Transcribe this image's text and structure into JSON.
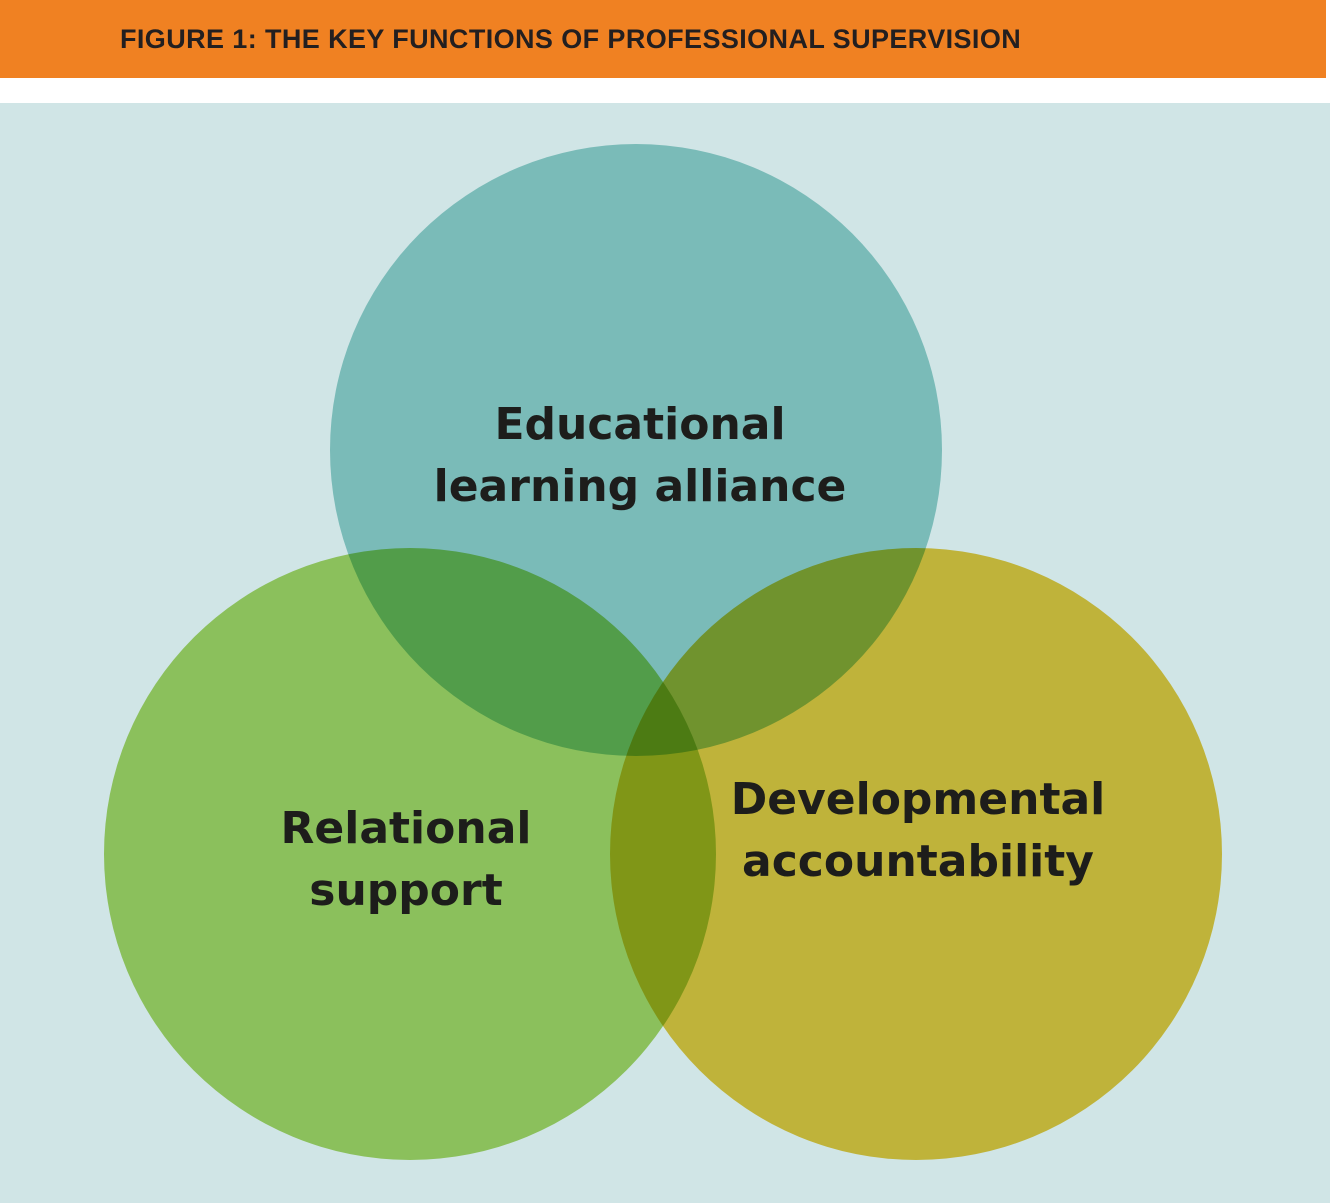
{
  "header": {
    "title": "FIGURE 1: THE KEY FUNCTIONS OF PROFESSIONAL SUPERVISION",
    "bg": "#F08122",
    "text_color": "#231F20"
  },
  "diagram": {
    "bg": "#D0E5E6",
    "label_text_color": "#1D1D1B",
    "circles": [
      {
        "id": "educational-learning-alliance",
        "label_line1": "Educational",
        "label_line2": "learning alliance",
        "color_observed": "#7ABCB8",
        "color_base": "#96D1CC"
      },
      {
        "id": "relational-support",
        "label_line1": "Relational",
        "label_line2": "support",
        "color_observed": "#8BC05C",
        "color_base": "#AAD666"
      },
      {
        "id": "developmental-accountability",
        "label_line1": "Developmental",
        "label_line2": "accountability",
        "color_observed": "#C0B43A",
        "color_base": "#EBC840"
      }
    ],
    "overlap_colors": {
      "educational_relational": "#4F9B4A",
      "educational_developmental": "#6F9930",
      "relational_developmental": "#8A9A20",
      "center": "#3D7A23"
    }
  }
}
